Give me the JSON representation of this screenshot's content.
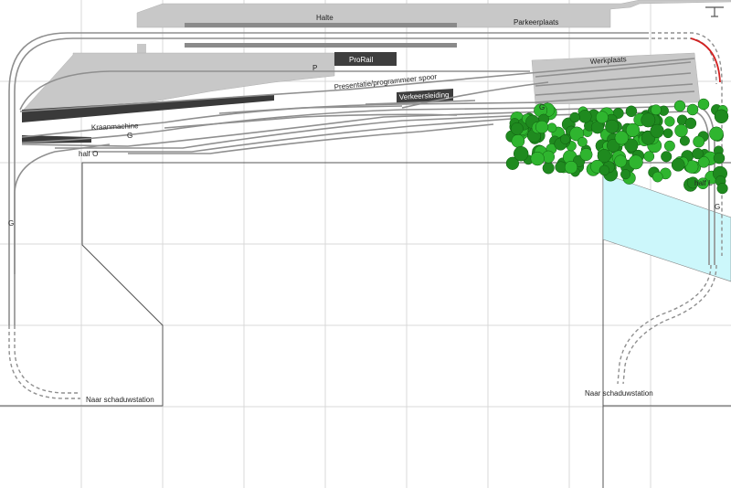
{
  "labels": {
    "halte": "Halte",
    "parkeerplaats": "Parkeerplaats",
    "prorail": "ProRail",
    "p": "P",
    "werkplaats": "Werkplaats",
    "presentatie": "Presentatie/programmeer spoor",
    "verkeersleiding": "Verkeersleiding",
    "kraanmachine": "Kraanmachine",
    "half_o": "half O",
    "half_l": "half L",
    "naar_schaduwstation_left": "Naar schaduwstation",
    "naar_schaduwstation_right": "Naar schaduwstation",
    "g_marker": "G"
  },
  "colors": {
    "grid": "#d8d8d8",
    "platform": "#c8c8c8",
    "building_dark": "#3a3a3a",
    "track": "#8f8f8f",
    "track_dashed": "#8f8f8f",
    "track_red": "#d22020",
    "water": "#ccf7fb",
    "trees": "#1f8a1f",
    "trees_light": "#2fb52f",
    "outline": "#555555"
  },
  "icons": {
    "compass": "compass-icon"
  }
}
